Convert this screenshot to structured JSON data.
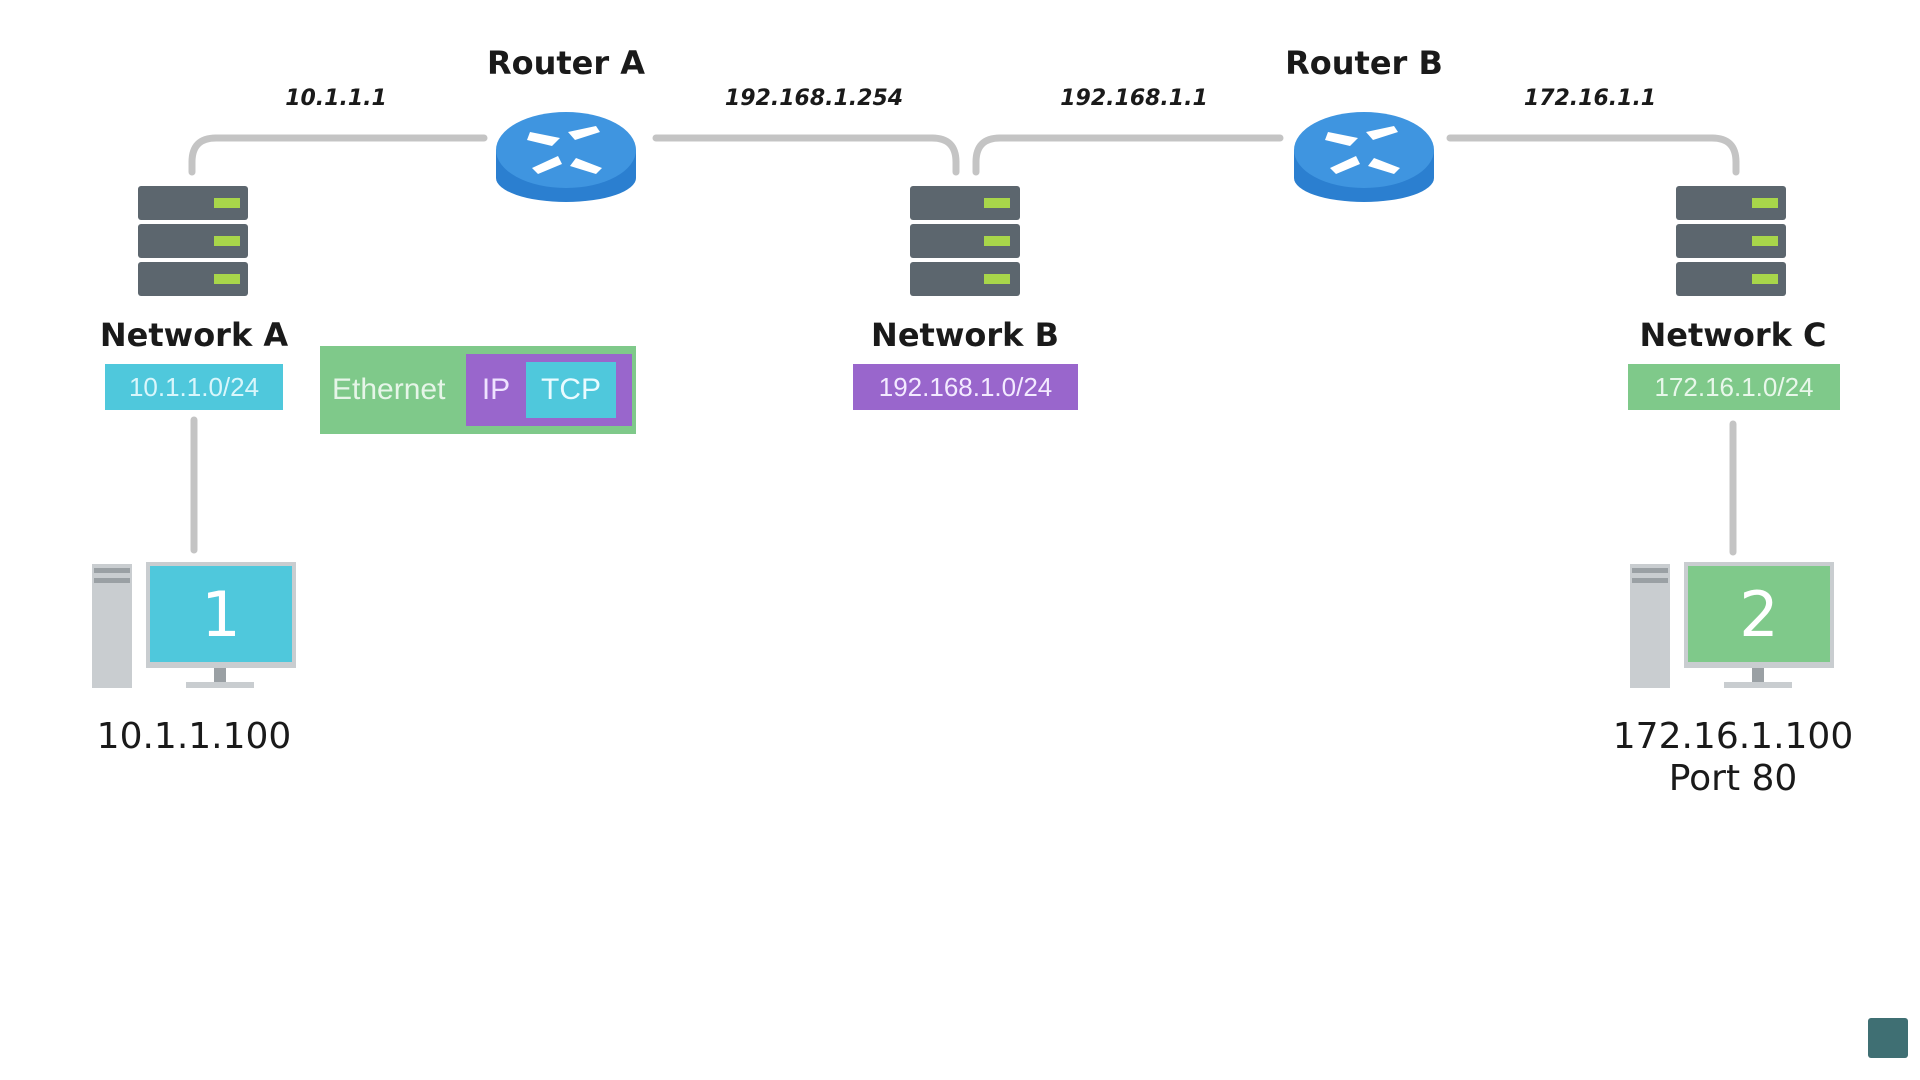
{
  "routers": [
    {
      "label": "Router A"
    },
    {
      "label": "Router B"
    }
  ],
  "interface_ips": [
    "10.1.1.1",
    "192.168.1.254",
    "192.168.1.1",
    "172.16.1.1"
  ],
  "networks": [
    {
      "label": "Network A",
      "subnet": "10.1.1.0/24",
      "color": "#4fc8dc"
    },
    {
      "label": "Network B",
      "subnet": "192.168.1.0/24",
      "color": "#9966cc"
    },
    {
      "label": "Network C",
      "subnet": "172.16.1.0/24",
      "color": "#7fc98a"
    }
  ],
  "hosts": [
    {
      "number": "1",
      "ip": "10.1.1.100",
      "screen_color": "#4fc8dc"
    },
    {
      "number": "2",
      "ip": "172.16.1.100",
      "port": "Port 80",
      "screen_color": "#7fc98a"
    }
  ],
  "packet": {
    "ethernet": "Ethernet",
    "ip": "IP",
    "tcp": "TCP"
  },
  "colors": {
    "link": "#c4c4c4",
    "router": "#3f95e0",
    "server": "#5c666e",
    "server_led": "#a8d64a"
  }
}
